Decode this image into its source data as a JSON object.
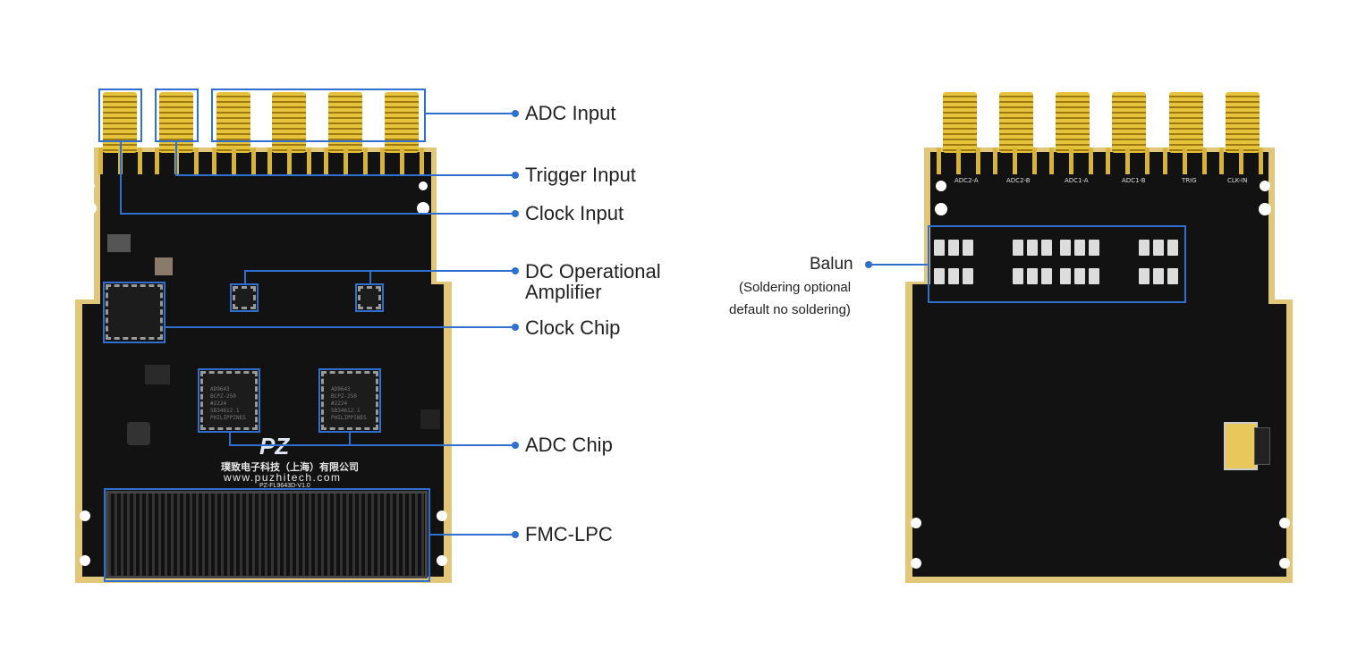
{
  "annotations": {
    "adc_input": "ADC Input",
    "trigger_input": "Trigger Input",
    "clock_input": "Clock Input",
    "dc_amp_line1": "DC Operational",
    "dc_amp_line2": "Amplifier",
    "clock_chip": "Clock Chip",
    "adc_chip": "ADC Chip",
    "fmc_lpc": "FMC-LPC",
    "balun": "Balun",
    "balun_note1": "(Soldering optional",
    "balun_note2": "default no soldering)"
  },
  "front_board": {
    "company": "璞致电子科技（上海）有限公司",
    "website": "www.puzhitech.com",
    "model": "PZ-FL9643D-V1.0",
    "logo": "PZ",
    "adc_chip_text": [
      "AD9643",
      "BCPZ-250",
      "#2224",
      "5B34612.1",
      "PHILIPPINES"
    ]
  },
  "back_board": {
    "connectors": [
      "ADC2-A",
      "ADC2-B",
      "ADC1-A",
      "ADC1-B",
      "TRIG",
      "CLK-IN"
    ]
  },
  "colors": {
    "accent": "#2f6fd0",
    "pcb": "#111111",
    "gold": "#e2c77a"
  }
}
